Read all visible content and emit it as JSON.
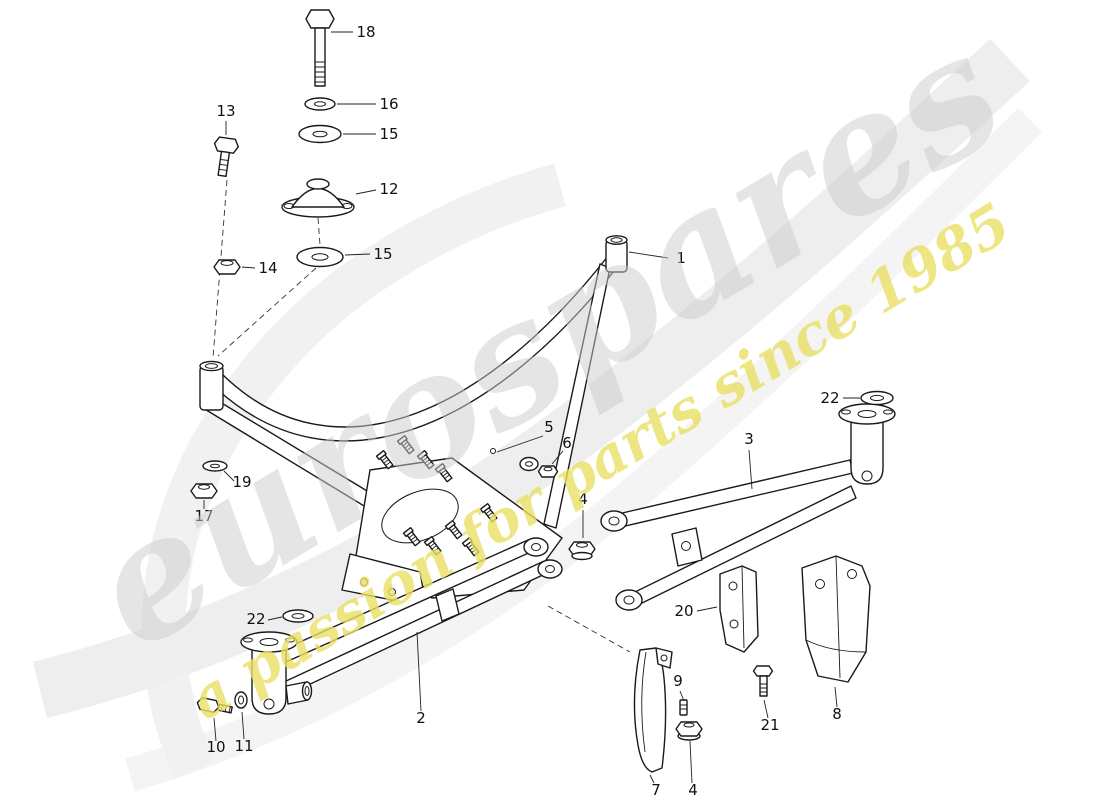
{
  "page": {
    "background": "#ffffff",
    "ink_color": "#1a1a1a"
  },
  "watermark": {
    "brand": "eurospares",
    "tagline": "a passion for parts since 1985",
    "brand_color": "#cccccc",
    "tagline_color": "#e9e065"
  },
  "diagram": {
    "callouts": [
      {
        "part": "18"
      },
      {
        "part": "16"
      },
      {
        "part": "15"
      },
      {
        "part": "13"
      },
      {
        "part": "12"
      },
      {
        "part": "14"
      },
      {
        "part": "15"
      },
      {
        "part": "1"
      },
      {
        "part": "22"
      },
      {
        "part": "3"
      },
      {
        "part": "5"
      },
      {
        "part": "6"
      },
      {
        "part": "4"
      },
      {
        "part": "19"
      },
      {
        "part": "17"
      },
      {
        "part": "22"
      },
      {
        "part": "2"
      },
      {
        "part": "20"
      },
      {
        "part": "8"
      },
      {
        "part": "10"
      },
      {
        "part": "11"
      },
      {
        "part": "9"
      },
      {
        "part": "21"
      },
      {
        "part": "7"
      },
      {
        "part": "4"
      }
    ]
  }
}
